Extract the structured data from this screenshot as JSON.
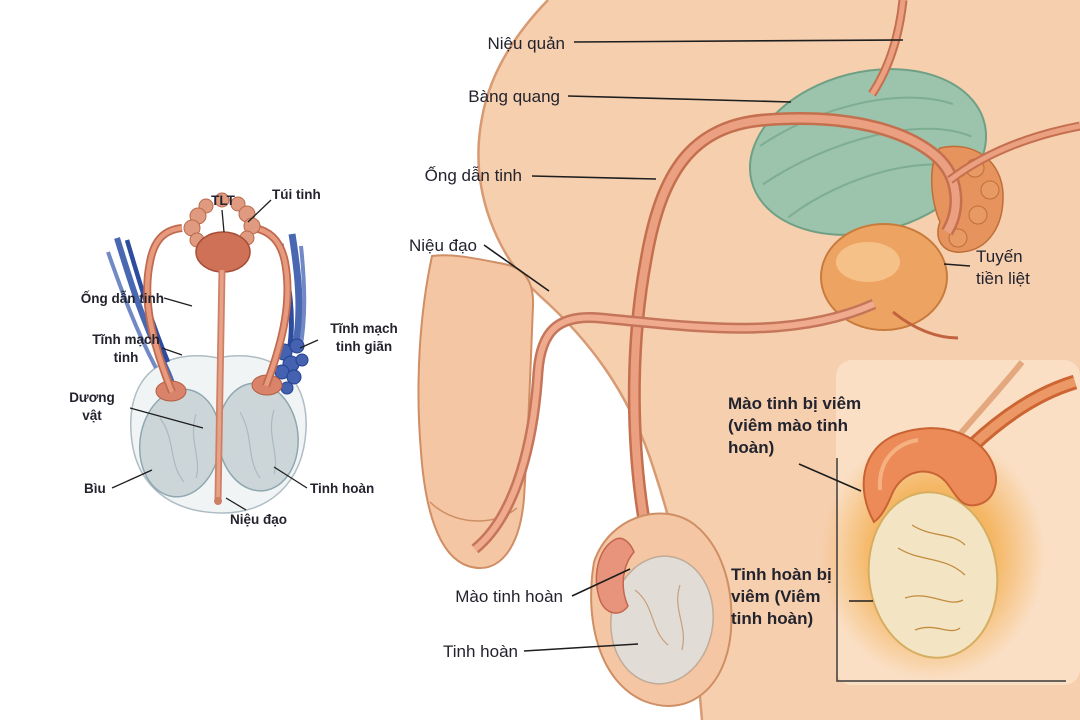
{
  "left_diagram": {
    "labels": {
      "tlt": {
        "text": "TLT"
      },
      "tui_tinh": {
        "text": "Túi tinh"
      },
      "ong_dan_tinh": {
        "text": "Ống dẫn tinh"
      },
      "tinh_mach_tinh": {
        "text": "Tĩnh mạch\ntinh"
      },
      "tinh_mach_tinh_gian": {
        "text": "Tĩnh mạch\ntinh giãn"
      },
      "duong_vat": {
        "text": "Dương\nvật"
      },
      "biu": {
        "text": "Bìu"
      },
      "tinh_hoan": {
        "text": "Tinh hoàn"
      },
      "nieu_dao": {
        "text": "Niệu đạo"
      }
    }
  },
  "right_diagram": {
    "labels": {
      "nieu_quan": {
        "text": "Niệu quản"
      },
      "bang_quang": {
        "text": "Bàng quang"
      },
      "ong_dan_tinh": {
        "text": "Ống dẫn tinh"
      },
      "nieu_dao": {
        "text": "Niệu đạo"
      },
      "tuyen_tien_liet": {
        "text": "Tuyến\ntiền liệt"
      },
      "mao_tinh_bi_viem": {
        "text": "Mào tinh bị viêm\n(viêm mào tinh\nhoàn)"
      },
      "mao_tinh_hoan": {
        "text": "Mào tinh hoàn"
      },
      "tinh_hoan": {
        "text": "Tinh hoàn"
      },
      "tinh_hoan_bi_viem": {
        "text": "Tinh hoàn bị\nviêm (Viêm\ntinh hoàn)"
      }
    }
  },
  "colors": {
    "skin": "#f6cfae",
    "skin_outline": "#d89a72",
    "bladder_green": "#9cc3ab",
    "prostate_orange": "#eda463",
    "tube_salmon": "#eba081",
    "vein_blue": "#4a67b2",
    "testis_gray": "#ccd6d9",
    "inflamed_orange": "#ec8b58",
    "glow_yellow": "#f2a63c",
    "label_text": "#23232e"
  }
}
